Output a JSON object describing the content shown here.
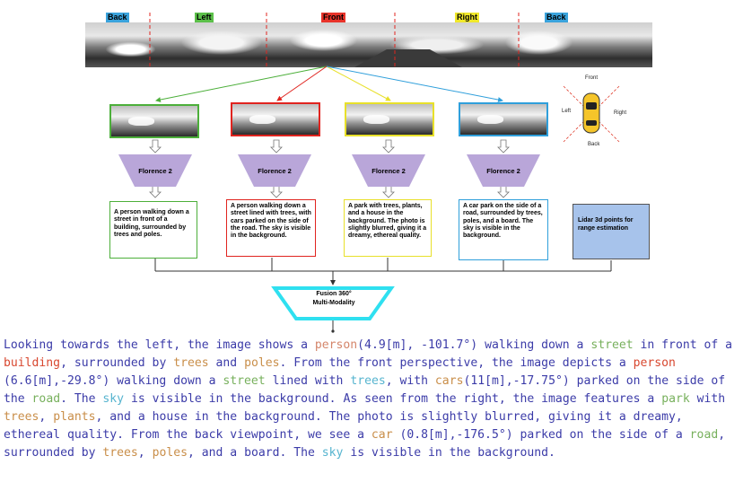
{
  "panorama": {
    "labels": [
      {
        "text": "Back",
        "color": "#3aa3dc"
      },
      {
        "text": "Left",
        "color": "#5cc04a"
      },
      {
        "text": "Front",
        "color": "#e8332a"
      },
      {
        "text": "Right",
        "color": "#f0e82a"
      },
      {
        "text": "Back",
        "color": "#3aa3dc"
      }
    ]
  },
  "views": [
    {
      "name": "left",
      "color": "#4caf3a"
    },
    {
      "name": "front",
      "color": "#e0241f"
    },
    {
      "name": "right",
      "color": "#e8e02a"
    },
    {
      "name": "back",
      "color": "#2f9fdb"
    }
  ],
  "model_label": "Florence 2",
  "captions": [
    {
      "text": "A person walking down a street in front of a building, surrounded by trees and poles.",
      "color": "#4caf3a"
    },
    {
      "text": "A person walking down a street lined with trees, with cars parked on the side of the road. The sky is visible in the background.",
      "color": "#e0241f"
    },
    {
      "text": "A park with trees, plants, and a house in the background. The photo is slightly blurred, giving it a dreamy, ethereal quality.",
      "color": "#e8e02a"
    },
    {
      "text": "A car park on the side of a road, surrounded by trees, poles, and a board. The sky is visible in the background.",
      "color": "#2f9fdb"
    }
  ],
  "lidar_text": "Lidar 3d points for range estimation",
  "fusion": {
    "line1": "Fusion 360°",
    "line2": "Multi-Modality",
    "border_color": "#2fe0f0"
  },
  "car_compass": {
    "front": "Front",
    "back": "Back",
    "left": "Left",
    "right": "Right"
  },
  "description": {
    "segments": [
      {
        "t": "Looking towards the left, the image shows a ",
        "c": ""
      },
      {
        "t": "person",
        "c": "orange"
      },
      {
        "t": "(4.9[m], -101.7°) walking down a ",
        "c": ""
      },
      {
        "t": "street",
        "c": "green"
      },
      {
        "t": " in front of a ",
        "c": ""
      },
      {
        "t": "building",
        "c": "red"
      },
      {
        "t": ", surrounded by ",
        "c": ""
      },
      {
        "t": "trees",
        "c": "brown"
      },
      {
        "t": " and ",
        "c": ""
      },
      {
        "t": "poles",
        "c": "brown"
      },
      {
        "t": ".  From the front perspective, the image depicts a ",
        "c": ""
      },
      {
        "t": "person",
        "c": "red"
      },
      {
        "t": " (6.6[m],-29.8°) walking down a ",
        "c": ""
      },
      {
        "t": "street",
        "c": "green"
      },
      {
        "t": " lined with ",
        "c": ""
      },
      {
        "t": "trees",
        "c": "teal"
      },
      {
        "t": ", with ",
        "c": ""
      },
      {
        "t": "cars",
        "c": "brown"
      },
      {
        "t": "(11[m],-17.75°) parked on the side of the ",
        "c": ""
      },
      {
        "t": "road",
        "c": "green"
      },
      {
        "t": ".  The ",
        "c": ""
      },
      {
        "t": "sky",
        "c": "teal"
      },
      {
        "t": " is visible in the background.  As seen from the right, the image features a ",
        "c": ""
      },
      {
        "t": "park",
        "c": "green"
      },
      {
        "t": " with ",
        "c": ""
      },
      {
        "t": "trees",
        "c": "brown"
      },
      {
        "t": ", ",
        "c": ""
      },
      {
        "t": "plants",
        "c": "brown"
      },
      {
        "t": ", and a house in the background.  The photo is slightly blurred, giving it a dreamy, ethereal quality.  From the back viewpoint, we see a ",
        "c": ""
      },
      {
        "t": "car",
        "c": "brown"
      },
      {
        "t": " (0.8[m],-176.5°) parked on the side of a ",
        "c": ""
      },
      {
        "t": "road",
        "c": "green"
      },
      {
        "t": ", surrounded by ",
        "c": ""
      },
      {
        "t": "trees",
        "c": "brown"
      },
      {
        "t": ", ",
        "c": ""
      },
      {
        "t": "poles",
        "c": "brown"
      },
      {
        "t": ", and a board.  The ",
        "c": ""
      },
      {
        "t": "sky",
        "c": "teal"
      },
      {
        "t": " is visible in the background.",
        "c": ""
      }
    ]
  }
}
